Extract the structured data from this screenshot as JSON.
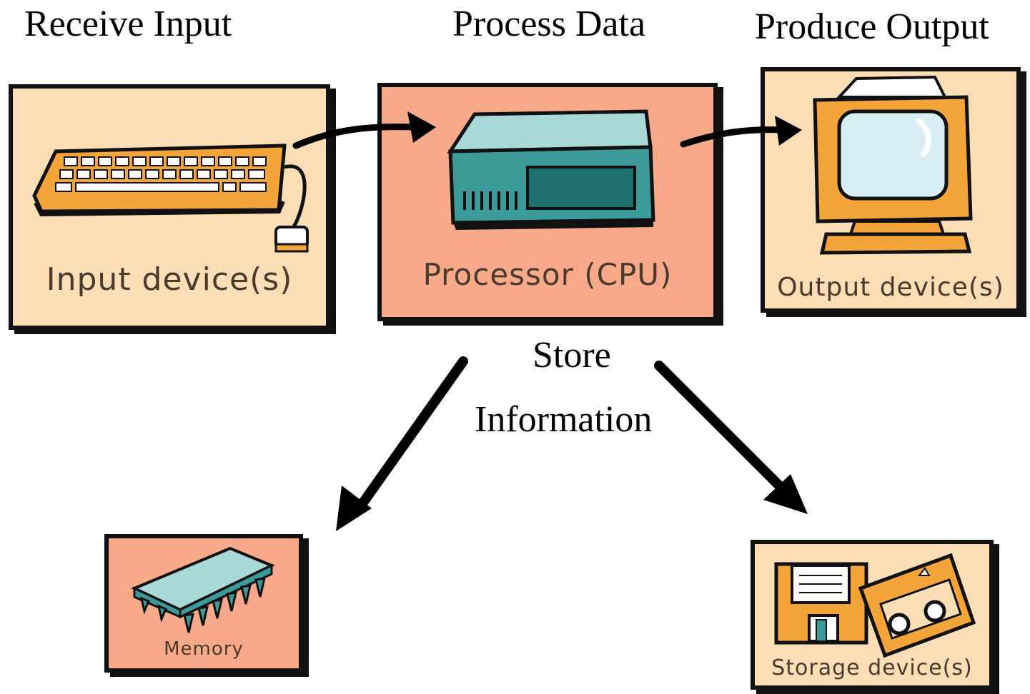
{
  "headings": {
    "receive_input": "Receive Input",
    "process_data": "Process Data",
    "produce_output": "Produce Output",
    "store_line1": "Store",
    "store_line2": "Information"
  },
  "cards": {
    "input": {
      "label": "Input device(s)"
    },
    "processor": {
      "label": "Processor (CPU)"
    },
    "output": {
      "label": "Output device(s)"
    },
    "memory": {
      "label": "Memory"
    },
    "storage": {
      "label": "Storage device(s)"
    }
  },
  "colors": {
    "peach": "#fbddb6",
    "salmon": "#f7a98a",
    "teal": "#3c9a98",
    "orange": "#f4a53a",
    "outline": "#111111"
  }
}
